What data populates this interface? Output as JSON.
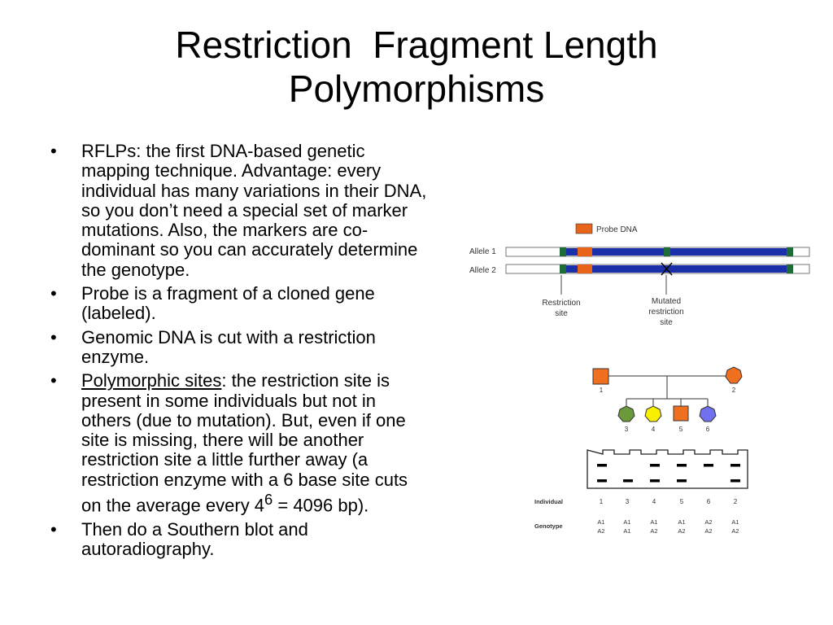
{
  "slide": {
    "title_line1": "Restriction  Fragment Length",
    "title_line2": "Polymorphisms",
    "bullet_char": "•",
    "bullets": [
      {
        "text": "RFLPs: the first DNA-based genetic mapping technique.  Advantage: every individual has many variations in their DNA, so you don’t need a special set of marker mutations.  Also, the markers are co-dominant so you can accurately determine the genotype."
      },
      {
        "text": "Probe is a fragment of a cloned gene (labeled)."
      },
      {
        "text": "Genomic DNA is cut with a restriction enzyme."
      },
      {
        "underlined": "Polymorphic sites",
        "text": ": the restriction site is present in some individuals but not in others (due to mutation).  But, even if one site is missing, there will be another restriction site a little further away (a restriction enzyme with a 6 base site cuts on the average every 4",
        "sup": "6",
        "text_after": " = 4096 bp)."
      },
      {
        "text": "Then do a Southern blot and autoradiography."
      }
    ]
  },
  "allele_diagram": {
    "legend_label": "Probe DNA",
    "allele1_label": "Allele 1",
    "allele2_label": "Allele 2",
    "restriction_site_label_1": "Restriction",
    "restriction_site_label_2": "site",
    "mutated_site_label_1": "Mutated",
    "mutated_site_label_2": "restriction",
    "mutated_site_label_3": "site",
    "colors": {
      "dna_blue": "#1a2fa8",
      "probe_orange": "#e8641a",
      "site_green": "#1e6b3a"
    }
  },
  "pedigree": {
    "parent1_number": "1",
    "parent2_number": "2",
    "children_numbers": [
      "3",
      "4",
      "5",
      "6"
    ],
    "colors": {
      "orange": "#f07020",
      "green": "#6a9a3a",
      "yellow": "#f8f000",
      "blue": "#7070f0"
    }
  },
  "gel": {
    "individual_label": "Individual",
    "genotype_label": "Genotype",
    "individuals": [
      "1",
      "3",
      "4",
      "5",
      "6",
      "2"
    ],
    "genotypes": [
      {
        "top": "A1",
        "bottom": "A2"
      },
      {
        "top": "A1",
        "bottom": "A1"
      },
      {
        "top": "A1",
        "bottom": "A2"
      },
      {
        "top": "A1",
        "bottom": "A2"
      },
      {
        "top": "A2",
        "bottom": "A2"
      },
      {
        "top": "A1",
        "bottom": "A2"
      }
    ],
    "bands_upper": [
      true,
      false,
      true,
      true,
      true,
      true
    ],
    "bands_lower": [
      true,
      true,
      true,
      true,
      false,
      true
    ]
  }
}
